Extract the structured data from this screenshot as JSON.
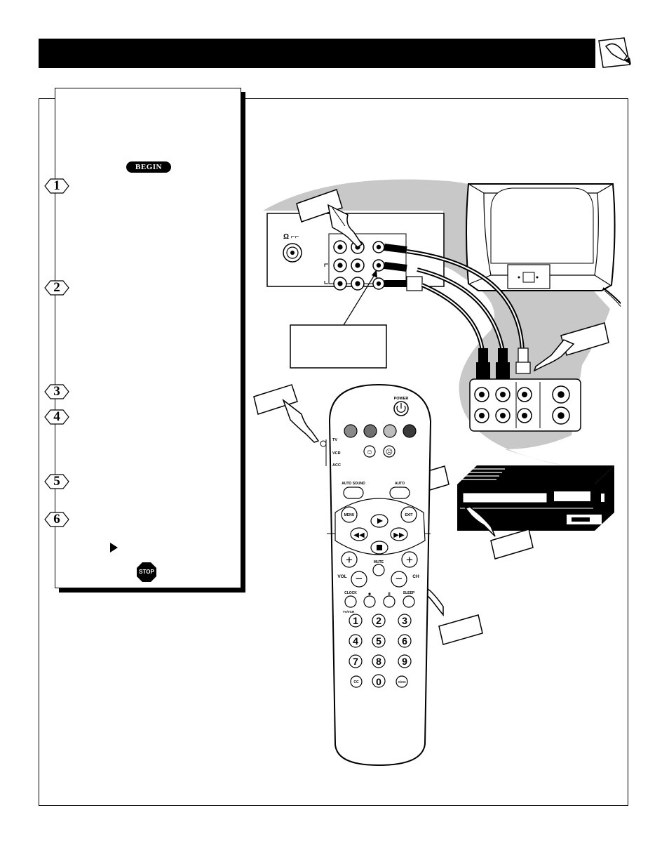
{
  "badges": {
    "begin": "BEGIN",
    "stop": "STOP"
  },
  "steps": [
    "1",
    "2",
    "3",
    "4",
    "5",
    "6"
  ],
  "remote": {
    "power": "POWER",
    "mode_tv": "TV",
    "mode_vcr": "VCR",
    "mode_acc": "ACC",
    "auto_sound": "AUTO SOUND",
    "auto_picture": "AUTO",
    "menu": "MENU",
    "exit": "EXIT",
    "mute": "MUTE",
    "vol": "VOL",
    "ch": "CH",
    "clock": "CLOCK",
    "sleep": "SLEEP",
    "tvvcr": "TV/VCR",
    "cc": "CC",
    "ach": "A/CH",
    "digits": [
      "1",
      "2",
      "3",
      "4",
      "5",
      "6",
      "7",
      "8",
      "9",
      "0"
    ]
  },
  "colors": {
    "ink": "#000000",
    "swoosh": "#c8c8c8",
    "color_key_1": "#8a8a8a",
    "color_key_2": "#707070",
    "color_key_3": "#bdbdbd",
    "color_key_4": "#3a3a3a"
  }
}
